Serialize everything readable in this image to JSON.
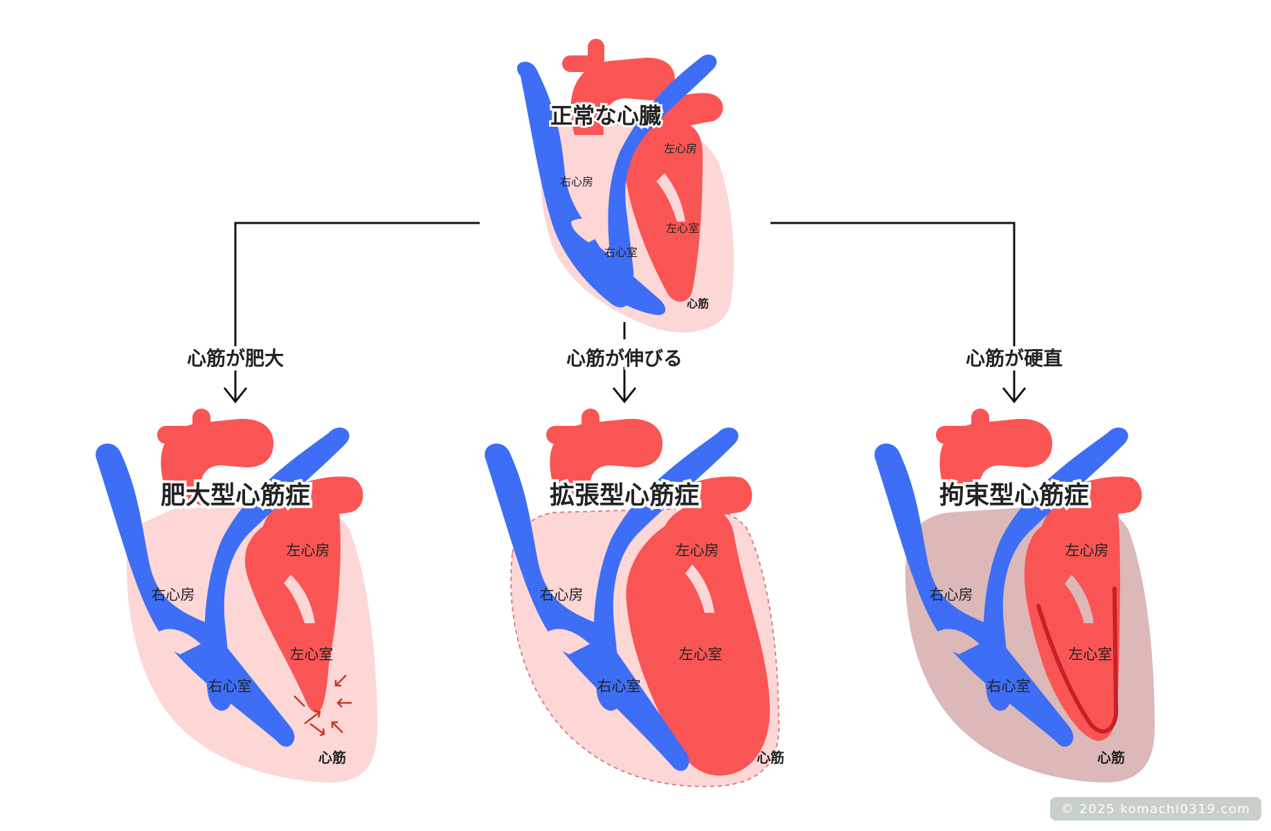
{
  "normal": {
    "title": "正常な心臓",
    "right_atrium": "右心房",
    "left_atrium": "左心房",
    "right_ventricle": "右心室",
    "left_ventricle": "左心室",
    "myocardium": "心筋"
  },
  "branches": {
    "left": "心筋が肥大",
    "center": "心筋が伸びる",
    "right": "心筋が硬直"
  },
  "hypertrophic": {
    "title": "肥大型心筋症",
    "right_atrium": "右心房",
    "left_atrium": "左心房",
    "right_ventricle": "右心室",
    "left_ventricle": "左心室",
    "myocardium": "心筋"
  },
  "dilated": {
    "title": "拡張型心筋症",
    "right_atrium": "右心房",
    "left_atrium": "左心房",
    "right_ventricle": "右心室",
    "left_ventricle": "左心室",
    "myocardium": "心筋"
  },
  "restrictive": {
    "title": "拘束型心筋症",
    "right_atrium": "右心房",
    "left_atrium": "左心房",
    "right_ventricle": "右心室",
    "left_ventricle": "左心室",
    "myocardium": "心筋"
  },
  "credit": "© 2025 komachi0319.com",
  "colors": {
    "blue_vessel": "#3d6ef5",
    "red_chamber": "#fa5555",
    "myocardium_fill": "#fdd6d6",
    "restrictive_myocardium": "#dcb8b8",
    "dark_red_wall": "#c91f25",
    "arrow_red": "#c0392b",
    "line": "#111111"
  }
}
